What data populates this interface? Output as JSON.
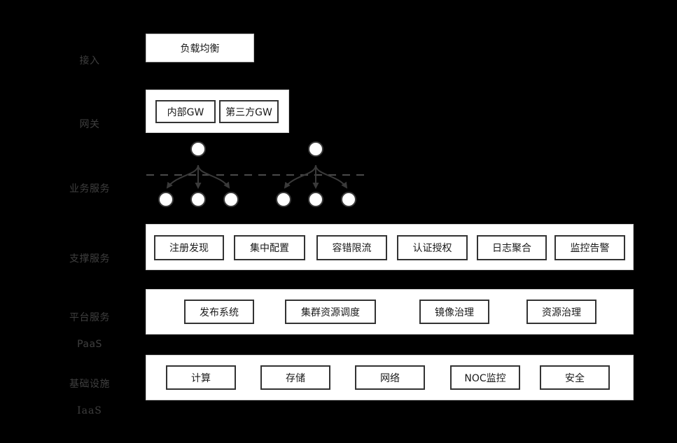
{
  "diagram": {
    "background_color": "#000000",
    "label_color": "#3f3f3f",
    "box_border_color": "#333333",
    "box_fill_color": "#ffffff",
    "tiers": [
      {
        "id": "access",
        "label_line1": "接入",
        "label_line2": "",
        "items": [
          "负载均衡"
        ]
      },
      {
        "id": "gateway",
        "label_line1": "网关",
        "label_line2": "",
        "items": [
          "内部GW",
          "第三方GW"
        ]
      },
      {
        "id": "business-service",
        "label_line1": "业务服务",
        "label_line2": "",
        "items": []
      },
      {
        "id": "support-service",
        "label_line1": "支撑服务",
        "label_line2": "",
        "items": [
          "注册发现",
          "集中配置",
          "容错限流",
          "认证授权",
          "日志聚合",
          "监控告警"
        ]
      },
      {
        "id": "platform-service",
        "label_line1": "平台服务",
        "label_line2": "PaaS",
        "items": [
          "发布系统",
          "集群资源调度",
          "镜像治理",
          "资源治理"
        ]
      },
      {
        "id": "infrastructure",
        "label_line1": "基础设施",
        "label_line2": "IaaS",
        "items": [
          "计算",
          "存储",
          "网络",
          "NOC监控",
          "安全"
        ]
      }
    ],
    "service_mesh": {
      "tree_count": 2,
      "children_per_tree": 3,
      "node_count": 8,
      "divider_style": "dashed"
    }
  }
}
